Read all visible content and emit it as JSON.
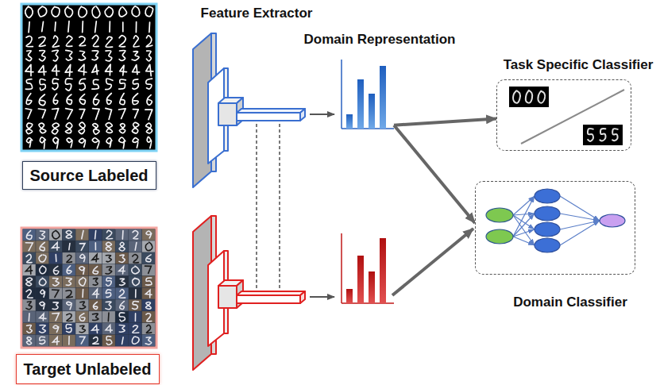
{
  "diagram": {
    "nodes": [
      {
        "text": [
          "Source Labeled"
        ]
      },
      {
        "text": [
          "Target Unlabeled"
        ]
      },
      {
        "text": [
          "Domain Representation"
        ]
      },
      {
        "text": [
          "Task Specific Classifier"
        ]
      },
      {
        "text": [
          "Domain Classifier"
        ]
      }
    ],
    "edges": [
      {
        "from": 2,
        "to": 3,
        "arrow": "to"
      },
      {
        "from": 2,
        "to": 4,
        "arrow": "to"
      }
    ],
    "labels": [
      "Feature Extractor"
    ]
  }
}
